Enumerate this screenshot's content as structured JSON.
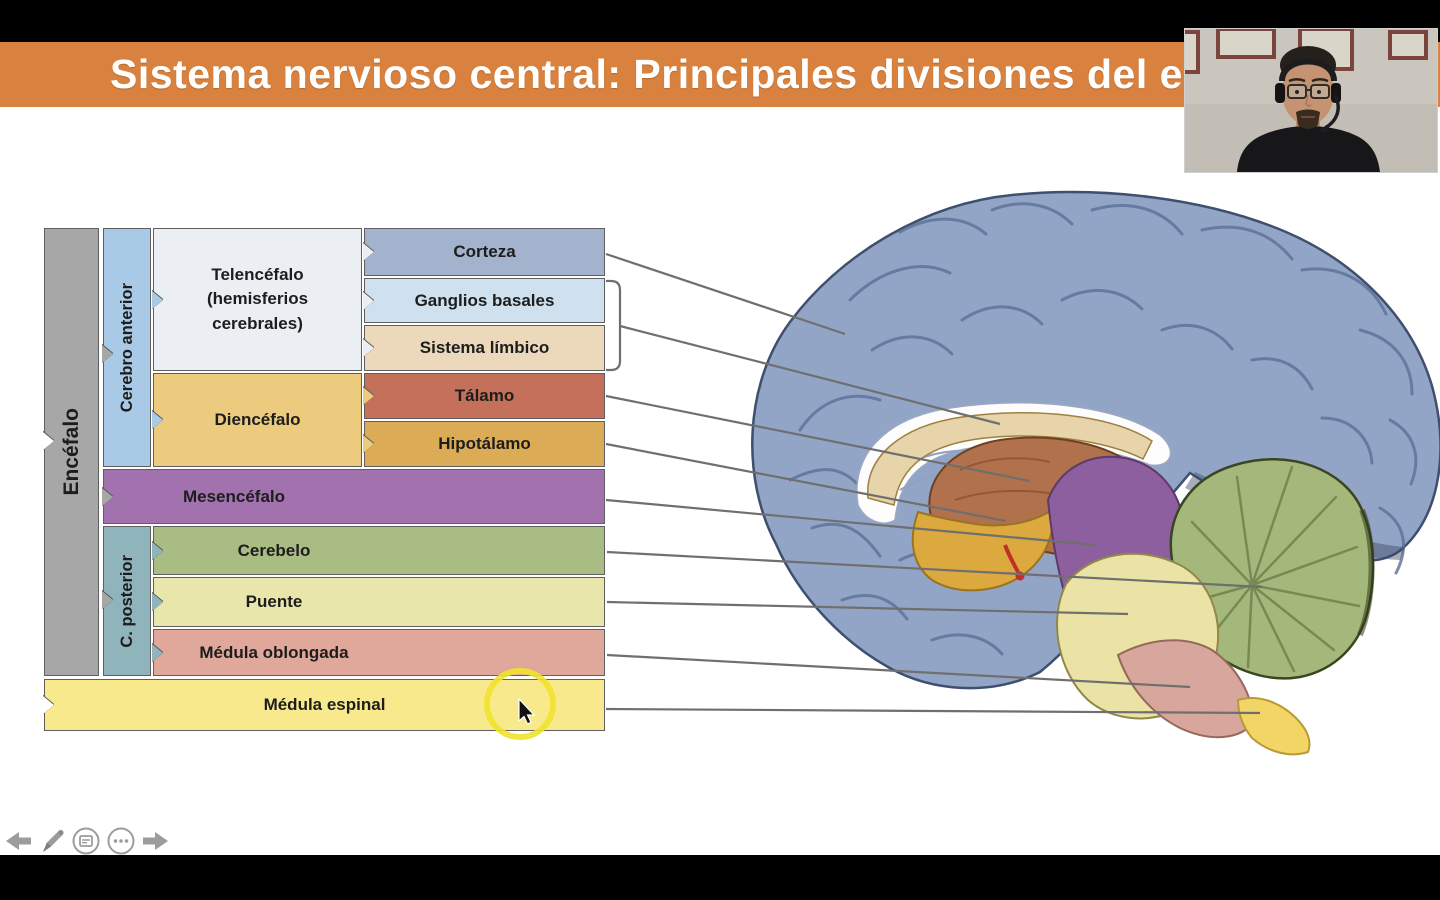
{
  "title_bar": {
    "text": "Sistema nervioso central: Principales divisiones del encéfalo",
    "bg": "#d9823f",
    "text_color": "#ffffff"
  },
  "window": {
    "top_bar_bg": "#000000",
    "bottom_bar_bg": "#000000",
    "slide_bg": "#ffffff"
  },
  "diagram": {
    "encefalo": "Encéfalo",
    "cerebro_anterior": "Cerebro anterior",
    "c_posterior": "C. posterior",
    "telencefalo": "Telencéfalo (hemisferios cerebrales)",
    "diencefalo": "Diencéfalo",
    "corteza": "Corteza",
    "ganglios_basales": "Ganglios basales",
    "sistema_limbico": "Sistema límbico",
    "talamo": "Tálamo",
    "hipotalamo": "Hipotálamo",
    "mesencefalo": "Mesencéfalo",
    "cerebelo": "Cerebelo",
    "puente": "Puente",
    "medula_oblongada": "Médula oblongada",
    "medula_espinal": "Médula espinal"
  },
  "colors": {
    "encefalo": "#a7a7a7",
    "cerebro_anterior": "#a9cae6",
    "c_posterior": "#8fb4bc",
    "telencefalo": "#ebeef3",
    "diencefalo": "#eccb7e",
    "corteza": "#a4b3cd",
    "ganglios_basales": "#cfe0ee",
    "sistema_limbico": "#ecd9bc",
    "talamo": "#c4705a",
    "hipotalamo": "#dcab55",
    "mesencefalo": "#a172ae",
    "cerebelo": "#a9bc83",
    "puente": "#e9e6ac",
    "medula_oblongada": "#dfa89a",
    "medula_espinal": "#f7e98c",
    "leader_line": "#6f6f6f",
    "highlight_ring": "#f0e32c",
    "control_icon": "#9c9c9c",
    "slide_white": "#ffffff"
  }
}
